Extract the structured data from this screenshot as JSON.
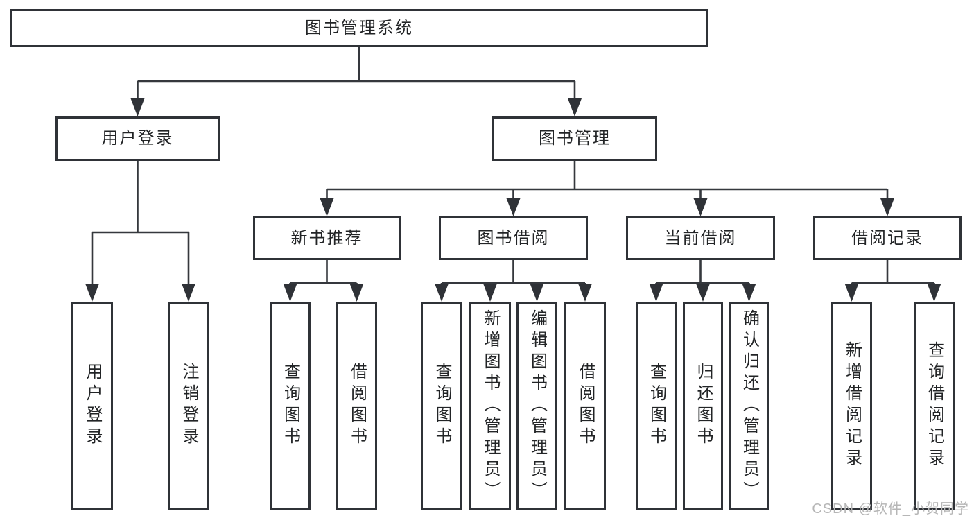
{
  "tree": {
    "root": "图书管理系统",
    "branches": [
      {
        "label": "用户登录",
        "children": [
          {
            "label": "用户登录"
          },
          {
            "label": "注销登录"
          }
        ]
      },
      {
        "label": "图书管理",
        "children": [
          {
            "label": "新书推荐",
            "children": [
              {
                "label": "查询图书"
              },
              {
                "label": "借阅图书"
              }
            ]
          },
          {
            "label": "图书借阅",
            "children": [
              {
                "label": "查询图书"
              },
              {
                "label": "新增图书（管理员）"
              },
              {
                "label": "编辑图书（管理员）"
              },
              {
                "label": "借阅图书"
              }
            ]
          },
          {
            "label": "当前借阅",
            "children": [
              {
                "label": "查询图书"
              },
              {
                "label": "归还图书"
              },
              {
                "label": "确认归还（管理员）"
              }
            ]
          },
          {
            "label": "借阅记录",
            "children": [
              {
                "label": "新增借阅记录"
              },
              {
                "label": "查询借阅记录"
              }
            ]
          }
        ]
      }
    ]
  },
  "watermark": "CSDN @软件_小贺同学",
  "colors": {
    "stroke": "#2f3237",
    "text": "#222426",
    "background": "#ffffff",
    "watermark": "#b6b6b6"
  }
}
